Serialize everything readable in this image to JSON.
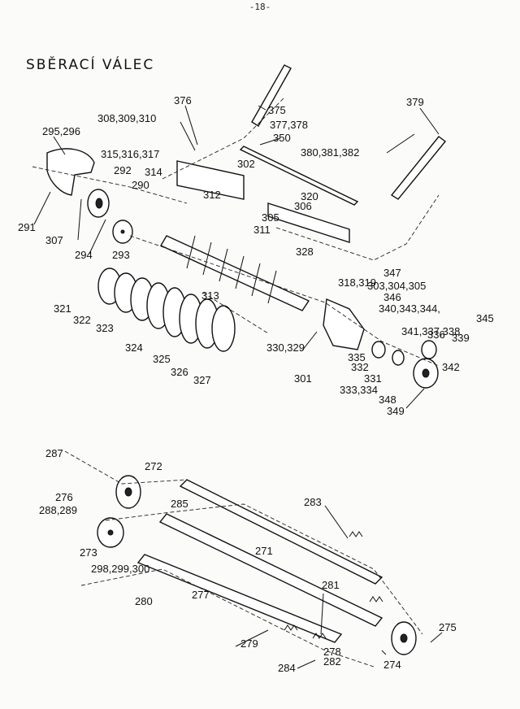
{
  "page_number": "-18-",
  "title": "SBĚRACÍ VÁLEC",
  "top_labels": [
    "376",
    "308,309,310",
    "295,296",
    "315,316,317",
    "292",
    "314",
    "290",
    "291",
    "307",
    "294",
    "293",
    "375",
    "377,378",
    "350",
    "302",
    "312",
    "320",
    "306",
    "305",
    "311",
    "328",
    "379",
    "380,381,382",
    "347",
    "318,319",
    "303,304,305",
    "346",
    "340,343,344,",
    "345",
    "341,337,338",
    "336",
    "339",
    "313",
    "321",
    "322",
    "323",
    "324",
    "325",
    "326",
    "327",
    "330,329",
    "301",
    "335",
    "332",
    "331",
    "333,334",
    "342",
    "348",
    "349"
  ],
  "bottom_labels": [
    "287",
    "272",
    "276",
    "288,289",
    "273",
    "298,299,300",
    "280",
    "285",
    "277",
    "271",
    "283",
    "281",
    "279",
    "278",
    "284",
    "282",
    "275",
    "274"
  ]
}
